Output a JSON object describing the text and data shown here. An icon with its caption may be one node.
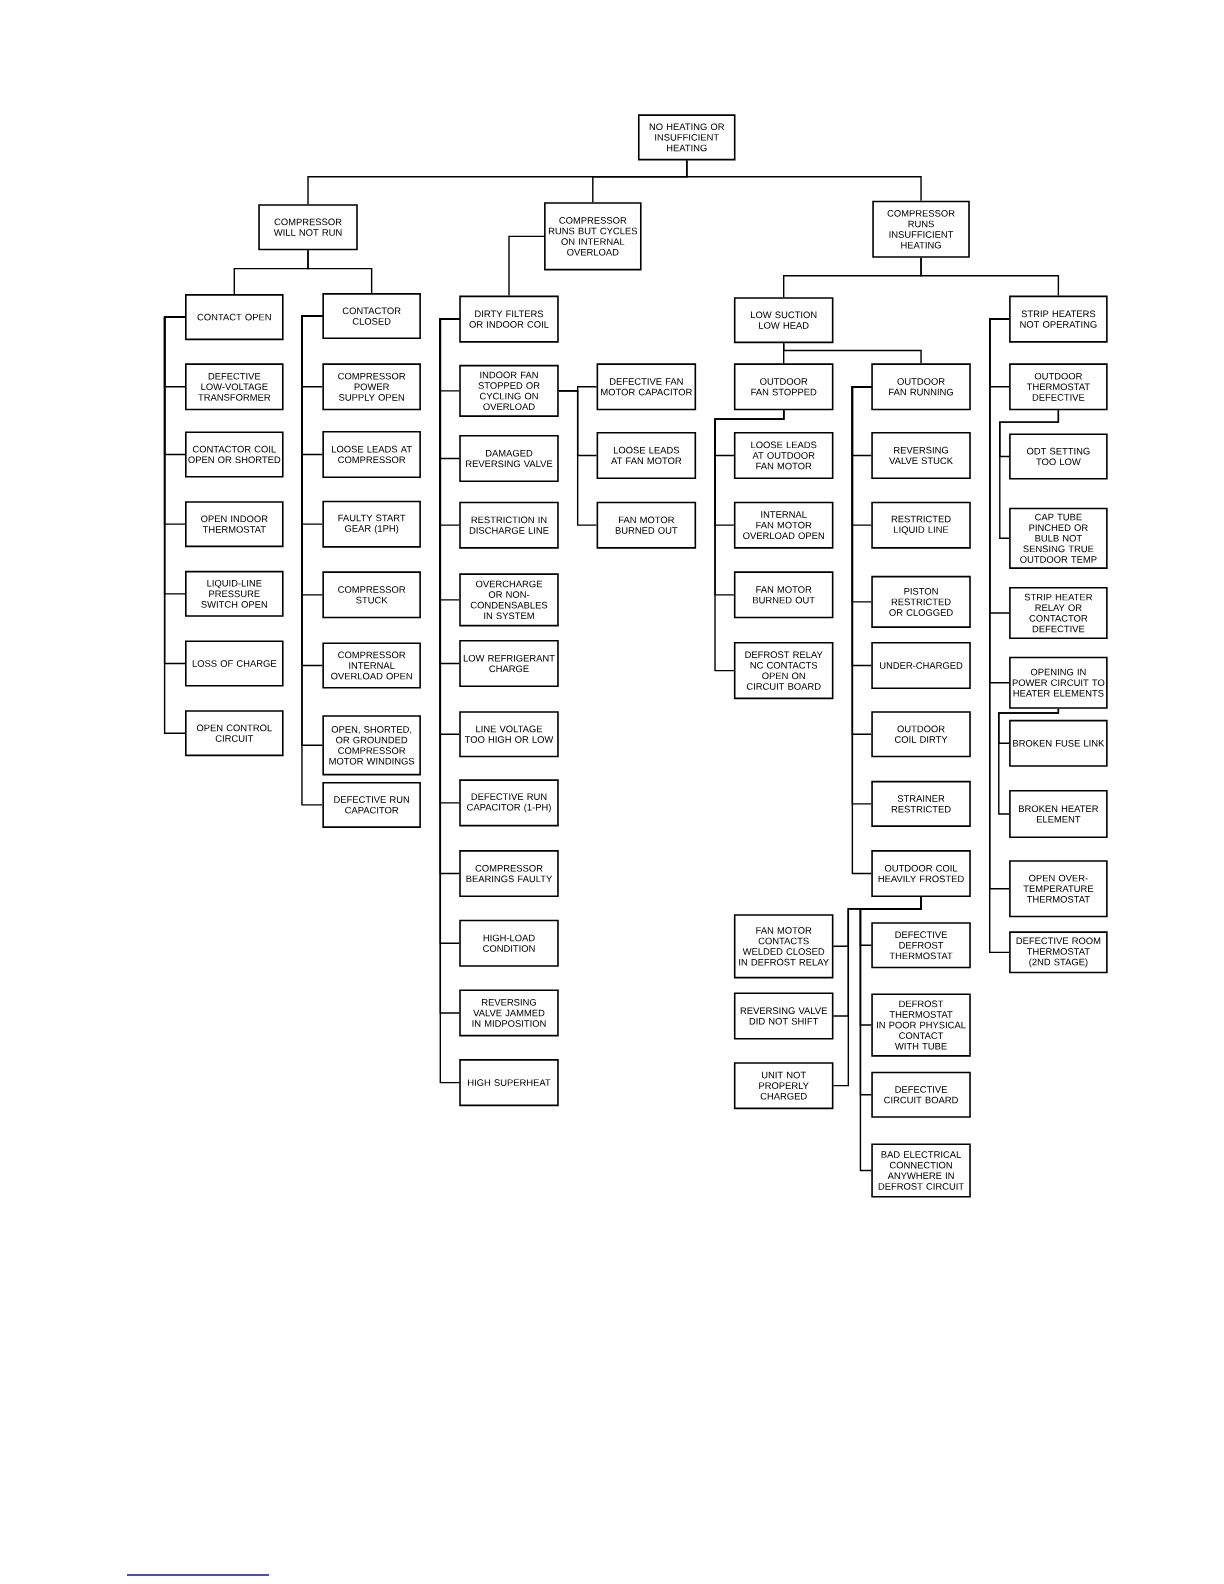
{
  "diagram": {
    "nodes": [
      {
        "text": [
          "NO HEATING OR INSUFFICIENT HEATING"
        ]
      },
      {
        "text": [
          "COMPRESSOR WILL NOT RUN"
        ]
      },
      {
        "text": [
          "COMPRESSOR RUNS BUT CYCLES ON INTERNAL OVERLOAD"
        ]
      },
      {
        "text": [
          "COMPRESSOR RUNS INSUFFICIENT HEATING"
        ]
      },
      {
        "text": [
          "CONTACT OPEN"
        ]
      },
      {
        "text": [
          "DEFECTIVE LOW-VOLTAGE TRANSFORMER"
        ]
      },
      {
        "text": [
          "CONTACTOR COIL OPEN OR SHORTED"
        ]
      },
      {
        "text": [
          "OPEN INDOOR THERMOSTAT"
        ]
      },
      {
        "text": [
          "LIQUID-LINE PRESSURE SWITCH OPEN"
        ]
      },
      {
        "text": [
          "LOSS OF CHARGE"
        ]
      },
      {
        "text": [
          "OPEN CONTROL CIRCUIT"
        ]
      },
      {
        "text": [
          "CONTACTOR CLOSED"
        ]
      },
      {
        "text": [
          "COMPRESSOR POWER SUPPLY OPEN"
        ]
      },
      {
        "text": [
          "LOOSE LEADS AT COMPRESSOR"
        ]
      },
      {
        "text": [
          "FAULTY START GEAR (1PH)"
        ]
      },
      {
        "text": [
          "COMPRESSOR STUCK"
        ]
      },
      {
        "text": [
          "COMPRESSOR INTERNAL OVERLOAD OPEN"
        ]
      },
      {
        "text": [
          "OPEN, SHORTED, OR GROUNDED COMPRESSOR MOTOR WINDINGS"
        ]
      },
      {
        "text": [
          "DEFECTIVE RUN CAPACITOR"
        ]
      },
      {
        "text": [
          "DIRTY FILTERS OR INDOOR COIL"
        ]
      },
      {
        "text": [
          "INDOOR FAN STOPPED OR CYCLING ON OVERLOAD"
        ]
      },
      {
        "text": [
          "DAMAGED REVERSING VALVE"
        ]
      },
      {
        "text": [
          "RESTRICTION IN DISCHARGE LINE"
        ]
      },
      {
        "text": [
          "OVERCHARGE OR NON-CONDENSABLES IN SYSTEM"
        ]
      },
      {
        "text": [
          "LOW REFRIGERANT CHARGE"
        ]
      },
      {
        "text": [
          "LINE VOLTAGE TOO HIGH OR LOW"
        ]
      },
      {
        "text": [
          "DEFECTIVE RUN CAPACITOR (1-PH)"
        ]
      },
      {
        "text": [
          "COMPRESSOR BEARINGS FAULTY"
        ]
      },
      {
        "text": [
          "HIGH-LOAD CONDITION"
        ]
      },
      {
        "text": [
          "REVERSING VALVE JAMMED IN MIDPOSITION"
        ]
      },
      {
        "text": [
          "HIGH SUPERHEAT"
        ]
      },
      {
        "text": [
          "DEFECTIVE FAN MOTOR CAPACITOR"
        ]
      },
      {
        "text": [
          "LOOSE LEADS AT FAN MOTOR"
        ]
      },
      {
        "text": [
          "FAN MOTOR BURNED OUT"
        ]
      },
      {
        "text": [
          "LOW SUCTION LOW HEAD"
        ]
      },
      {
        "text": [
          "OUTDOOR FAN STOPPED"
        ]
      },
      {
        "text": [
          "LOOSE LEADS AT OUTDOOR FAN MOTOR"
        ]
      },
      {
        "text": [
          "INTERNAL FAN MOTOR OVERLOAD OPEN"
        ]
      },
      {
        "text": [
          "FAN MOTOR BURNED OUT"
        ]
      },
      {
        "text": [
          "DEFROST RELAY NC CONTACTS OPEN ON CIRCUIT BOARD"
        ]
      },
      {
        "text": [
          "OUTDOOR FAN RUNNING"
        ]
      },
      {
        "text": [
          "REVERSING VALVE STUCK"
        ]
      },
      {
        "text": [
          "RESTRICTED LIQUID LINE"
        ]
      },
      {
        "text": [
          "PISTON RESTRICTED OR CLOGGED"
        ]
      },
      {
        "text": [
          "UNDER-CHARGED"
        ]
      },
      {
        "text": [
          "OUTDOOR COIL DIRTY"
        ]
      },
      {
        "text": [
          "STRAINER RESTRICTED"
        ]
      },
      {
        "text": [
          "OUTDOOR COIL HEAVILY FROSTED"
        ]
      },
      {
        "text": [
          "FAN MOTOR CONTACTS WELDED CLOSED IN DEFROST RELAY"
        ]
      },
      {
        "text": [
          "REVERSING VALVE DID NOT SHIFT"
        ]
      },
      {
        "text": [
          "UNIT NOT PROPERLY CHARGED"
        ]
      },
      {
        "text": [
          "DEFECTIVE DEFROST THERMOSTAT"
        ]
      },
      {
        "text": [
          "DEFROST THERMOSTAT IN POOR PHYSICAL CONTACT WITH TUBE"
        ]
      },
      {
        "text": [
          "DEFECTIVE CIRCUIT BOARD"
        ]
      },
      {
        "text": [
          "BAD ELECTRICAL CONNECTION ANYWHERE IN DEFROST CIRCUIT"
        ]
      },
      {
        "text": [
          "STRIP HEATERS NOT OPERATING"
        ]
      },
      {
        "text": [
          "OUTDOOR THERMOSTAT DEFECTIVE"
        ]
      },
      {
        "text": [
          "ODT SETTING TOO LOW"
        ]
      },
      {
        "text": [
          "CAP TUBE PINCHED OR BULB NOT SENSING TRUE OUTDOOR TEMP"
        ]
      },
      {
        "text": [
          "STRIP HEATER RELAY OR CONTACTOR DEFECTIVE"
        ]
      },
      {
        "text": [
          "OPENING IN POWER CIRCUIT TO HEATER ELEMENTS"
        ]
      },
      {
        "text": [
          "BROKEN FUSE LINK"
        ]
      },
      {
        "text": [
          "BROKEN HEATER ELEMENT"
        ]
      },
      {
        "text": [
          "OPEN OVER-TEMPERATURE THERMOSTAT"
        ]
      },
      {
        "text": [
          "DEFECTIVE ROOM THERMOSTAT (2ND STAGE)"
        ]
      }
    ],
    "edges": [
      {
        "from": 0,
        "to": 1,
        "arrow": "none"
      },
      {
        "from": 0,
        "to": 2,
        "arrow": "none"
      },
      {
        "from": 0,
        "to": 3,
        "arrow": "none"
      },
      {
        "from": 1,
        "to": 4,
        "arrow": "none"
      },
      {
        "from": 1,
        "to": 11,
        "arrow": "none"
      },
      {
        "from": 4,
        "to": 5,
        "arrow": "none"
      },
      {
        "from": 4,
        "to": 6,
        "arrow": "none"
      },
      {
        "from": 4,
        "to": 7,
        "arrow": "none"
      },
      {
        "from": 4,
        "to": 8,
        "arrow": "none"
      },
      {
        "from": 4,
        "to": 9,
        "arrow": "none"
      },
      {
        "from": 4,
        "to": 10,
        "arrow": "none"
      },
      {
        "from": 11,
        "to": 12,
        "arrow": "none"
      },
      {
        "from": 11,
        "to": 13,
        "arrow": "none"
      },
      {
        "from": 11,
        "to": 14,
        "arrow": "none"
      },
      {
        "from": 11,
        "to": 15,
        "arrow": "none"
      },
      {
        "from": 11,
        "to": 16,
        "arrow": "none"
      },
      {
        "from": 11,
        "to": 17,
        "arrow": "none"
      },
      {
        "from": 11,
        "to": 18,
        "arrow": "none"
      },
      {
        "from": 2,
        "to": 19,
        "arrow": "none"
      },
      {
        "from": 19,
        "to": 20,
        "arrow": "none"
      },
      {
        "from": 19,
        "to": 21,
        "arrow": "none"
      },
      {
        "from": 19,
        "to": 22,
        "arrow": "none"
      },
      {
        "from": 19,
        "to": 23,
        "arrow": "none"
      },
      {
        "from": 19,
        "to": 24,
        "arrow": "none"
      },
      {
        "from": 19,
        "to": 25,
        "arrow": "none"
      },
      {
        "from": 19,
        "to": 26,
        "arrow": "none"
      },
      {
        "from": 19,
        "to": 27,
        "arrow": "none"
      },
      {
        "from": 19,
        "to": 28,
        "arrow": "none"
      },
      {
        "from": 19,
        "to": 29,
        "arrow": "none"
      },
      {
        "from": 19,
        "to": 30,
        "arrow": "none"
      },
      {
        "from": 20,
        "to": 31,
        "arrow": "none"
      },
      {
        "from": 20,
        "to": 32,
        "arrow": "none"
      },
      {
        "from": 20,
        "to": 33,
        "arrow": "none"
      },
      {
        "from": 3,
        "to": 34,
        "arrow": "none"
      },
      {
        "from": 3,
        "to": 55,
        "arrow": "none"
      },
      {
        "from": 34,
        "to": 35,
        "arrow": "none"
      },
      {
        "from": 34,
        "to": 40,
        "arrow": "none"
      },
      {
        "from": 35,
        "to": 36,
        "arrow": "none"
      },
      {
        "from": 35,
        "to": 37,
        "arrow": "none"
      },
      {
        "from": 35,
        "to": 38,
        "arrow": "none"
      },
      {
        "from": 35,
        "to": 39,
        "arrow": "none"
      },
      {
        "from": 40,
        "to": 41,
        "arrow": "none"
      },
      {
        "from": 40,
        "to": 42,
        "arrow": "none"
      },
      {
        "from": 40,
        "to": 43,
        "arrow": "none"
      },
      {
        "from": 40,
        "to": 44,
        "arrow": "none"
      },
      {
        "from": 40,
        "to": 45,
        "arrow": "none"
      },
      {
        "from": 40,
        "to": 46,
        "arrow": "none"
      },
      {
        "from": 40,
        "to": 47,
        "arrow": "none"
      },
      {
        "from": 47,
        "to": 48,
        "arrow": "none"
      },
      {
        "from": 47,
        "to": 49,
        "arrow": "none"
      },
      {
        "from": 47,
        "to": 50,
        "arrow": "none"
      },
      {
        "from": 47,
        "to": 51,
        "arrow": "none"
      },
      {
        "from": 47,
        "to": 52,
        "arrow": "none"
      },
      {
        "from": 47,
        "to": 53,
        "arrow": "none"
      },
      {
        "from": 47,
        "to": 54,
        "arrow": "none"
      },
      {
        "from": 55,
        "to": 56,
        "arrow": "none"
      },
      {
        "from": 55,
        "to": 59,
        "arrow": "none"
      },
      {
        "from": 55,
        "to": 60,
        "arrow": "none"
      },
      {
        "from": 55,
        "to": 63,
        "arrow": "none"
      },
      {
        "from": 55,
        "to": 64,
        "arrow": "none"
      },
      {
        "from": 56,
        "to": 57,
        "arrow": "none"
      },
      {
        "from": 56,
        "to": 58,
        "arrow": "none"
      },
      {
        "from": 60,
        "to": 61,
        "arrow": "none"
      },
      {
        "from": 60,
        "to": 62,
        "arrow": "none"
      }
    ]
  }
}
